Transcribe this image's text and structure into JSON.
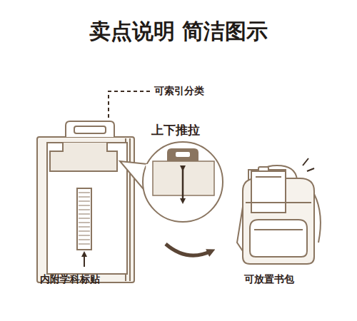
{
  "diagram": {
    "title": "卖点说明 简洁图示",
    "labels": [
      "可索引分类",
      "上下推拉",
      "内附学科标贴",
      "可放置书包"
    ]
  }
}
